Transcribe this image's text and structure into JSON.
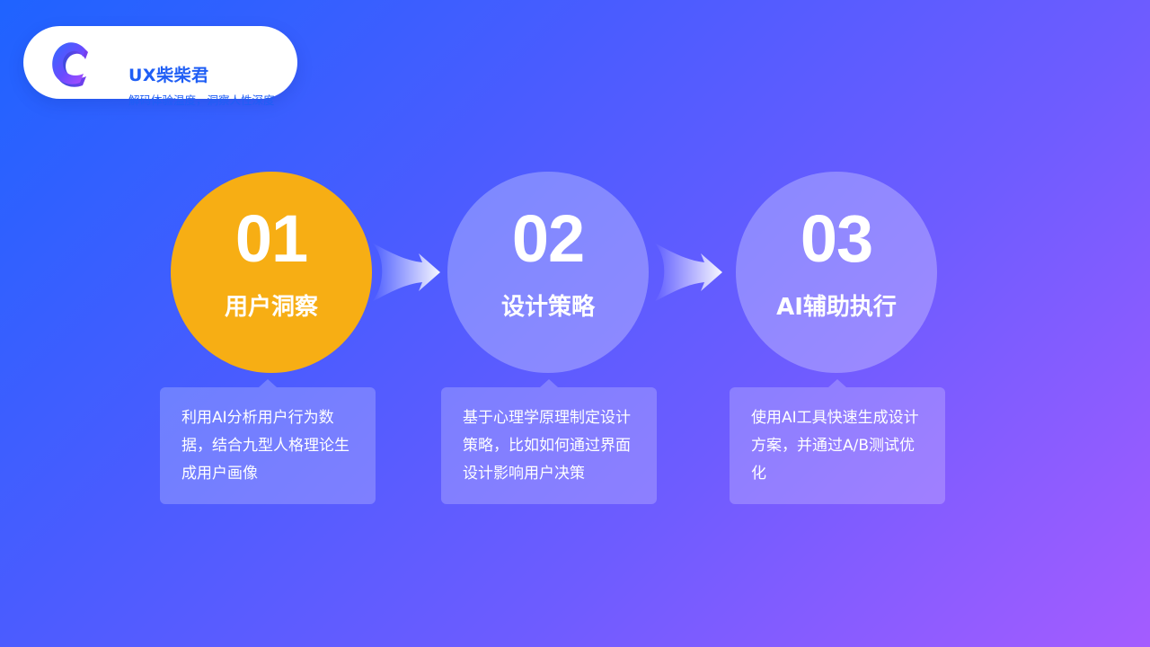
{
  "brand": {
    "name": "UX柴柴君",
    "slogan": "解码体验温度，洞察人性深度",
    "logo_icon": "c-letter-logo-icon",
    "accent_color": "#1f5ef5"
  },
  "steps": [
    {
      "number": "01",
      "title": "用户洞察",
      "description": "利用AI分析用户行为数据，结合九型人格理论生成用户画像",
      "color": "#f7ae14"
    },
    {
      "number": "02",
      "title": "设计策略",
      "description": "基于心理学原理制定设计策略，比如如何通过界面设计影响用户决策"
    },
    {
      "number": "03",
      "title": "AI辅助执行",
      "description": "使用AI工具快速生成设计方案，并通过A/B测试优化"
    }
  ],
  "connectors": [
    "arrow-right-icon",
    "arrow-right-icon"
  ],
  "colors": {
    "background_start": "#1f63ff",
    "background_end": "#a45cff",
    "highlight": "#f7ae14"
  }
}
